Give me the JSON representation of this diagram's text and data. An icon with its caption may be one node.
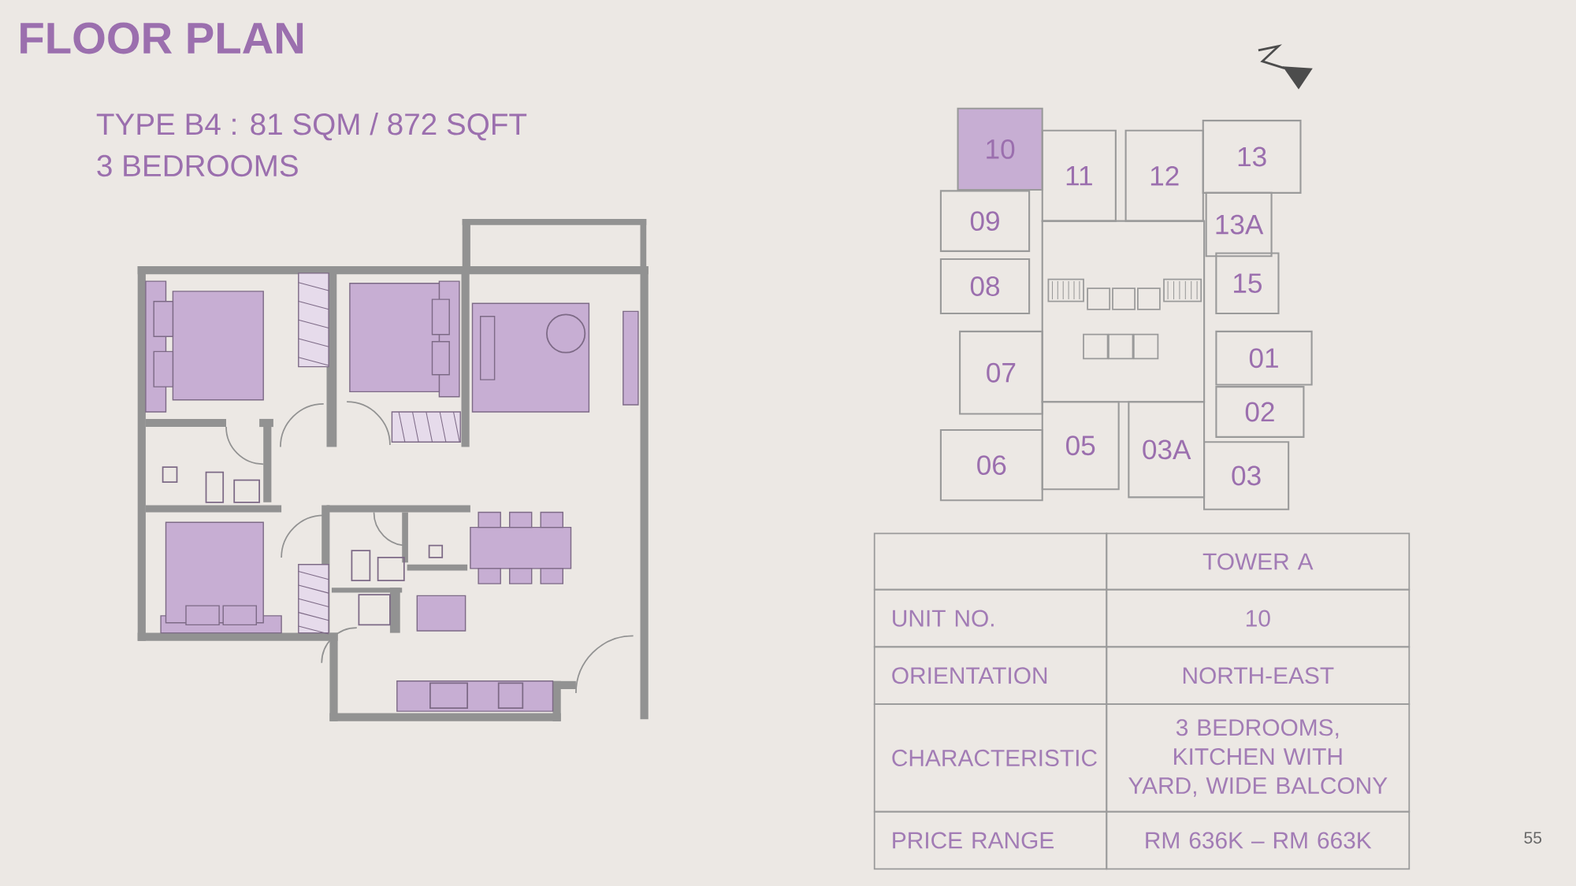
{
  "diagram": {
    "title": "FLOOR PLAN",
    "nodes": [
      {
        "text": [
          "10"
        ]
      },
      {
        "text": [
          "11"
        ]
      },
      {
        "text": [
          "12"
        ]
      },
      {
        "text": [
          "13"
        ]
      },
      {
        "text": [
          "09"
        ]
      },
      {
        "text": [
          "13A"
        ]
      },
      {
        "text": [
          "08"
        ]
      },
      {
        "text": [
          "15"
        ]
      },
      {
        "text": [
          "07"
        ]
      },
      {
        "text": [
          "01"
        ]
      },
      {
        "text": [
          "02"
        ]
      },
      {
        "text": [
          "06"
        ]
      },
      {
        "text": [
          "05"
        ]
      },
      {
        "text": [
          "03A"
        ]
      },
      {
        "text": [
          "03"
        ]
      }
    ],
    "labels": [
      "TYPE B4 : 81 SQM / 872 SQFT",
      "3 BEDROOMS",
      "TOWER A",
      "UNIT NO.",
      "10",
      "ORIENTATION",
      "NORTH-EAST",
      "CHARACTERISTIC",
      "3 BEDROOMS, KITCHEN WITH YARD, WIDE BALCONY",
      "PRICE RANGE",
      "RM 636K – RM 663K",
      "55"
    ]
  }
}
